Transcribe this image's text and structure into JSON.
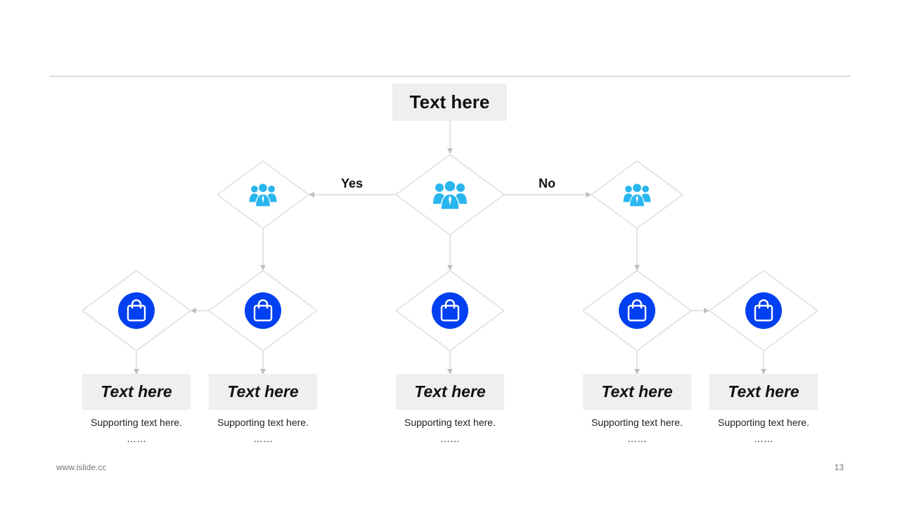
{
  "top_box": {
    "label": "Text here"
  },
  "branches": {
    "yes": "Yes",
    "no": "No"
  },
  "icons": {
    "people": "people-group-icon",
    "bag": "shopping-bag-icon",
    "people_color": "#29b6ef",
    "bag_circle_color": "#0040f0"
  },
  "leaves": [
    {
      "title": "Text here",
      "support": "Supporting text here.",
      "more": "……"
    },
    {
      "title": "Text here",
      "support": "Supporting text here.",
      "more": "……"
    },
    {
      "title": "Text here",
      "support": "Supporting text here.",
      "more": "……"
    },
    {
      "title": "Text here",
      "support": "Supporting text here.",
      "more": "……"
    },
    {
      "title": "Text here",
      "support": "Supporting text here.",
      "more": "……"
    }
  ],
  "footer": {
    "url": "www.islide.cc",
    "page": "13"
  }
}
